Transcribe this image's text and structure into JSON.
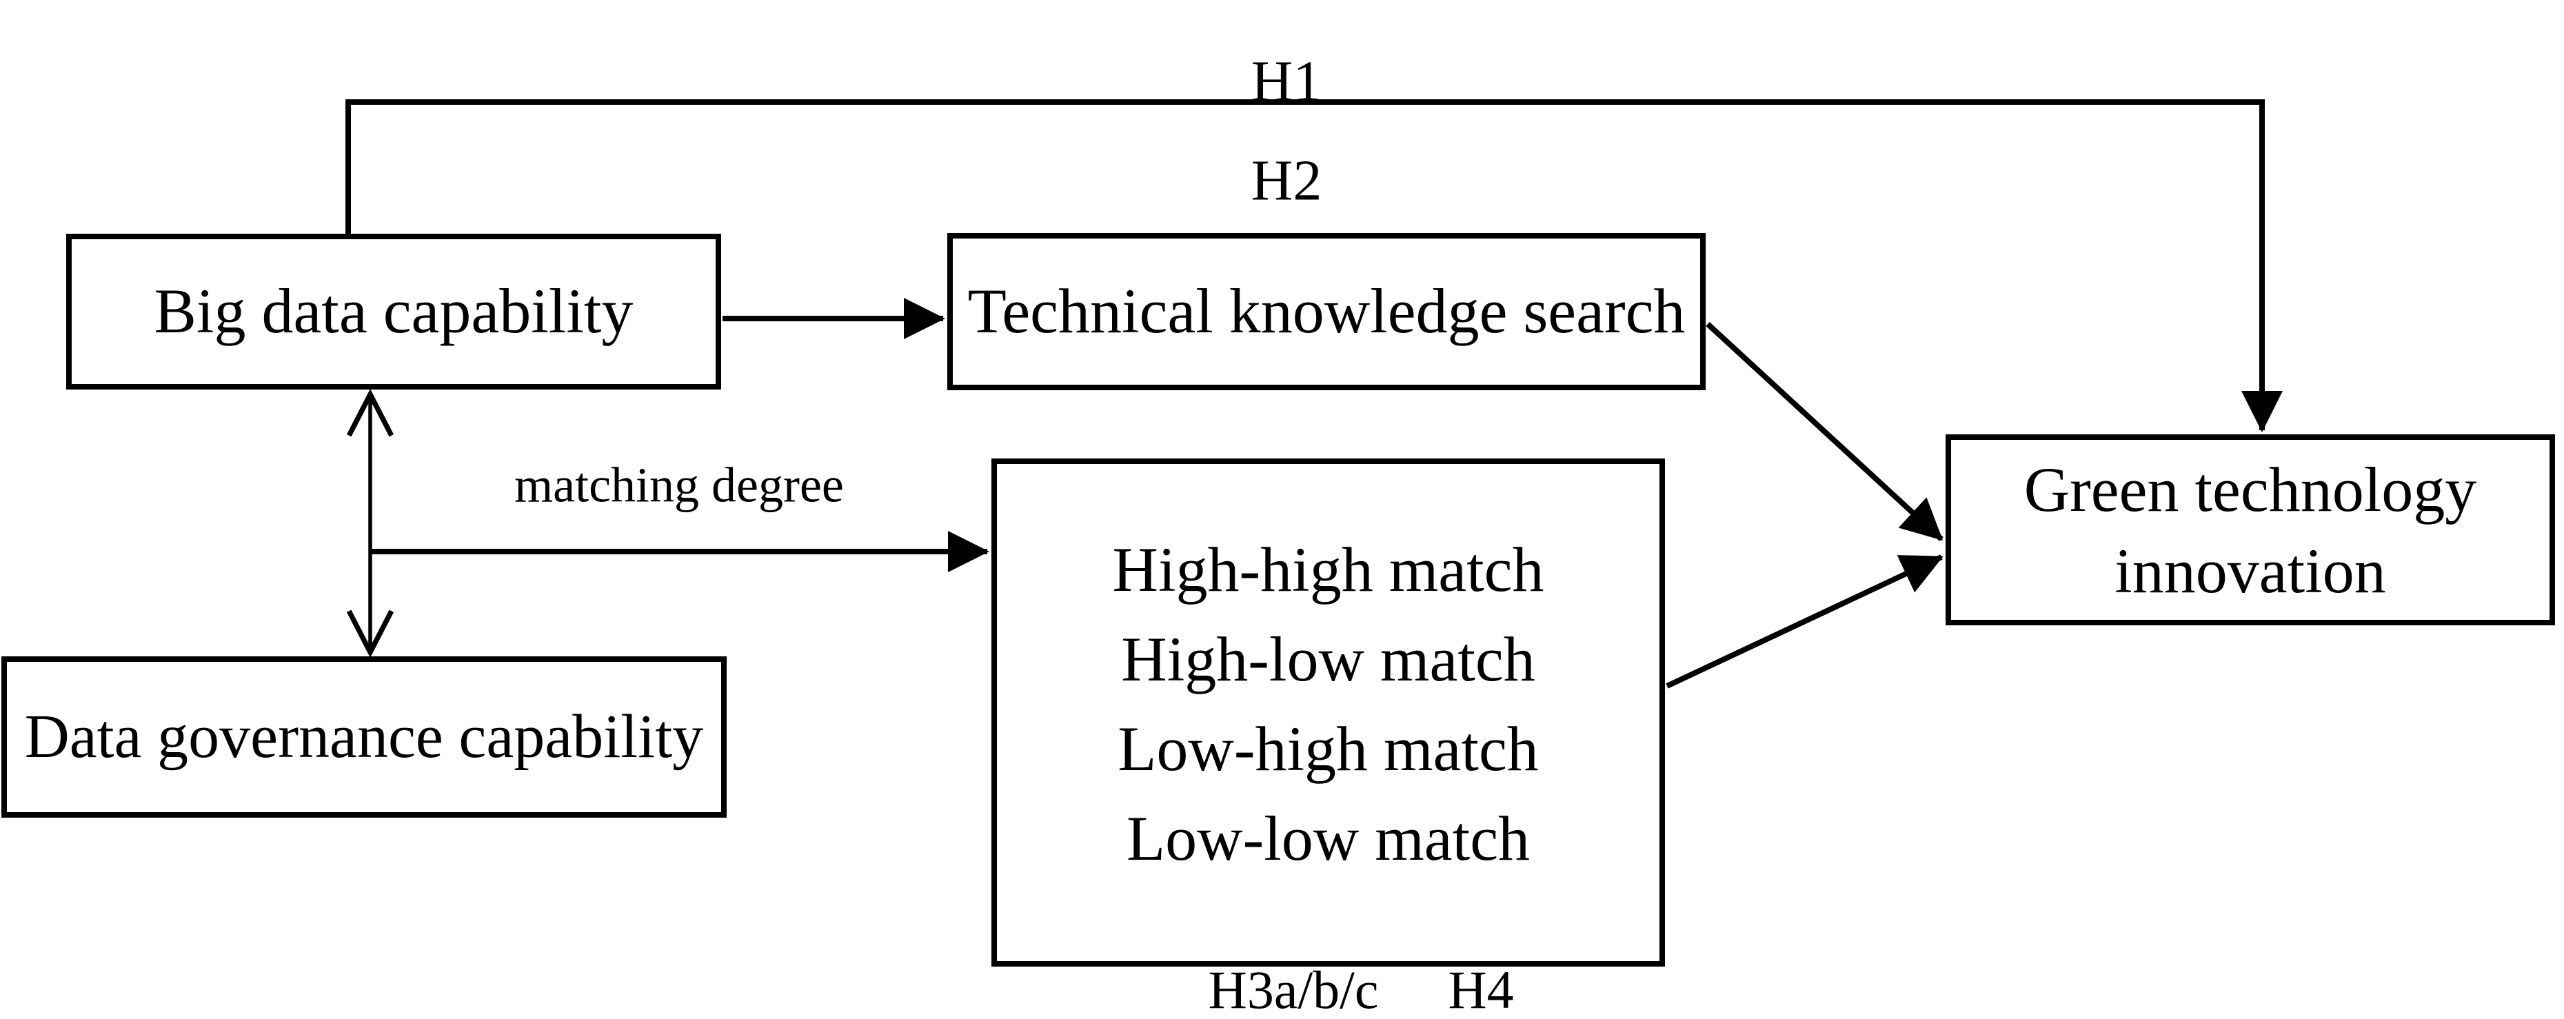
{
  "figure": {
    "background_color": "#ffffff",
    "line_color": "#000000"
  },
  "boxes": {
    "big_data": {
      "label": "Big data capability"
    },
    "tech_search": {
      "label": "Technical knowledge search"
    },
    "green_innovation": {
      "lines": [
        "Green technology",
        "innovation"
      ]
    },
    "data_governance": {
      "label": "Data governance capability"
    },
    "match": {
      "lines": [
        "High-high match",
        "High-low match",
        "Low-high match",
        "Low-low match"
      ]
    }
  },
  "labels": {
    "h1": "H1",
    "h2": "H2",
    "h3": "H3a/b/c",
    "h4": "H4",
    "matching_degree": "matching degree"
  },
  "relations": [
    {
      "id": "H1",
      "from": "big_data",
      "to": "green_innovation",
      "style": "elbow-arrow"
    },
    {
      "id": "H2",
      "from": "big_data",
      "to": "tech_search",
      "style": "straight-arrow"
    },
    {
      "id": "H3a/b/c H4",
      "from": "match",
      "to": "green_innovation",
      "style": "diagonal-arrow"
    },
    {
      "id": "mediation",
      "from": "tech_search",
      "to": "green_innovation",
      "style": "diagonal-arrow"
    },
    {
      "id": "matching degree",
      "from": "big_data+data_governance",
      "to": "match",
      "style": "straight-arrow"
    },
    {
      "id": "interaction",
      "from": "big_data",
      "to": "data_governance",
      "style": "double-headed-arrow"
    }
  ]
}
